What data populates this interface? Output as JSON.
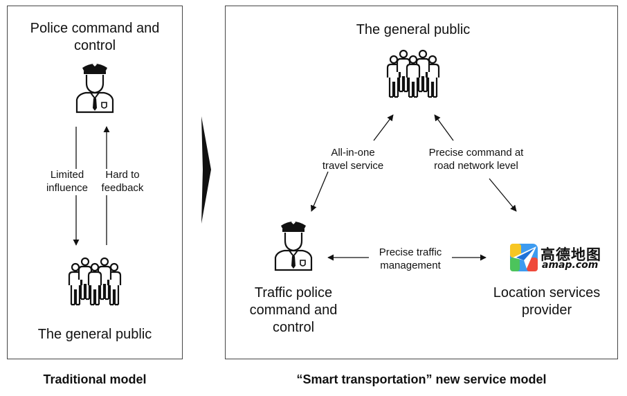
{
  "traditional": {
    "top_label": [
      "Police command and",
      "control"
    ],
    "down_arrow_label": [
      "Limited",
      "influence"
    ],
    "up_arrow_label": [
      "Hard to",
      "feedback"
    ],
    "bottom_label": "The general public",
    "caption": "Traditional model"
  },
  "smart": {
    "top_label": "The general public",
    "left_edge_label": [
      "All-in-one",
      "travel service"
    ],
    "right_edge_label": [
      "Precise command at",
      "road network level"
    ],
    "bottom_edge_label": [
      "Precise traffic",
      "management"
    ],
    "police_label": [
      "Traffic police",
      "command and",
      "control"
    ],
    "provider_label": [
      "Location services",
      "provider"
    ],
    "logo_cn": "高德地图",
    "logo_en": "amap.com",
    "caption": "“Smart transportation” new service model"
  },
  "icons": {
    "police": "police-officer-icon",
    "people": "crowd-people-icon",
    "transition": "chevron-right-icon",
    "logo": "amap-logo-icon"
  }
}
